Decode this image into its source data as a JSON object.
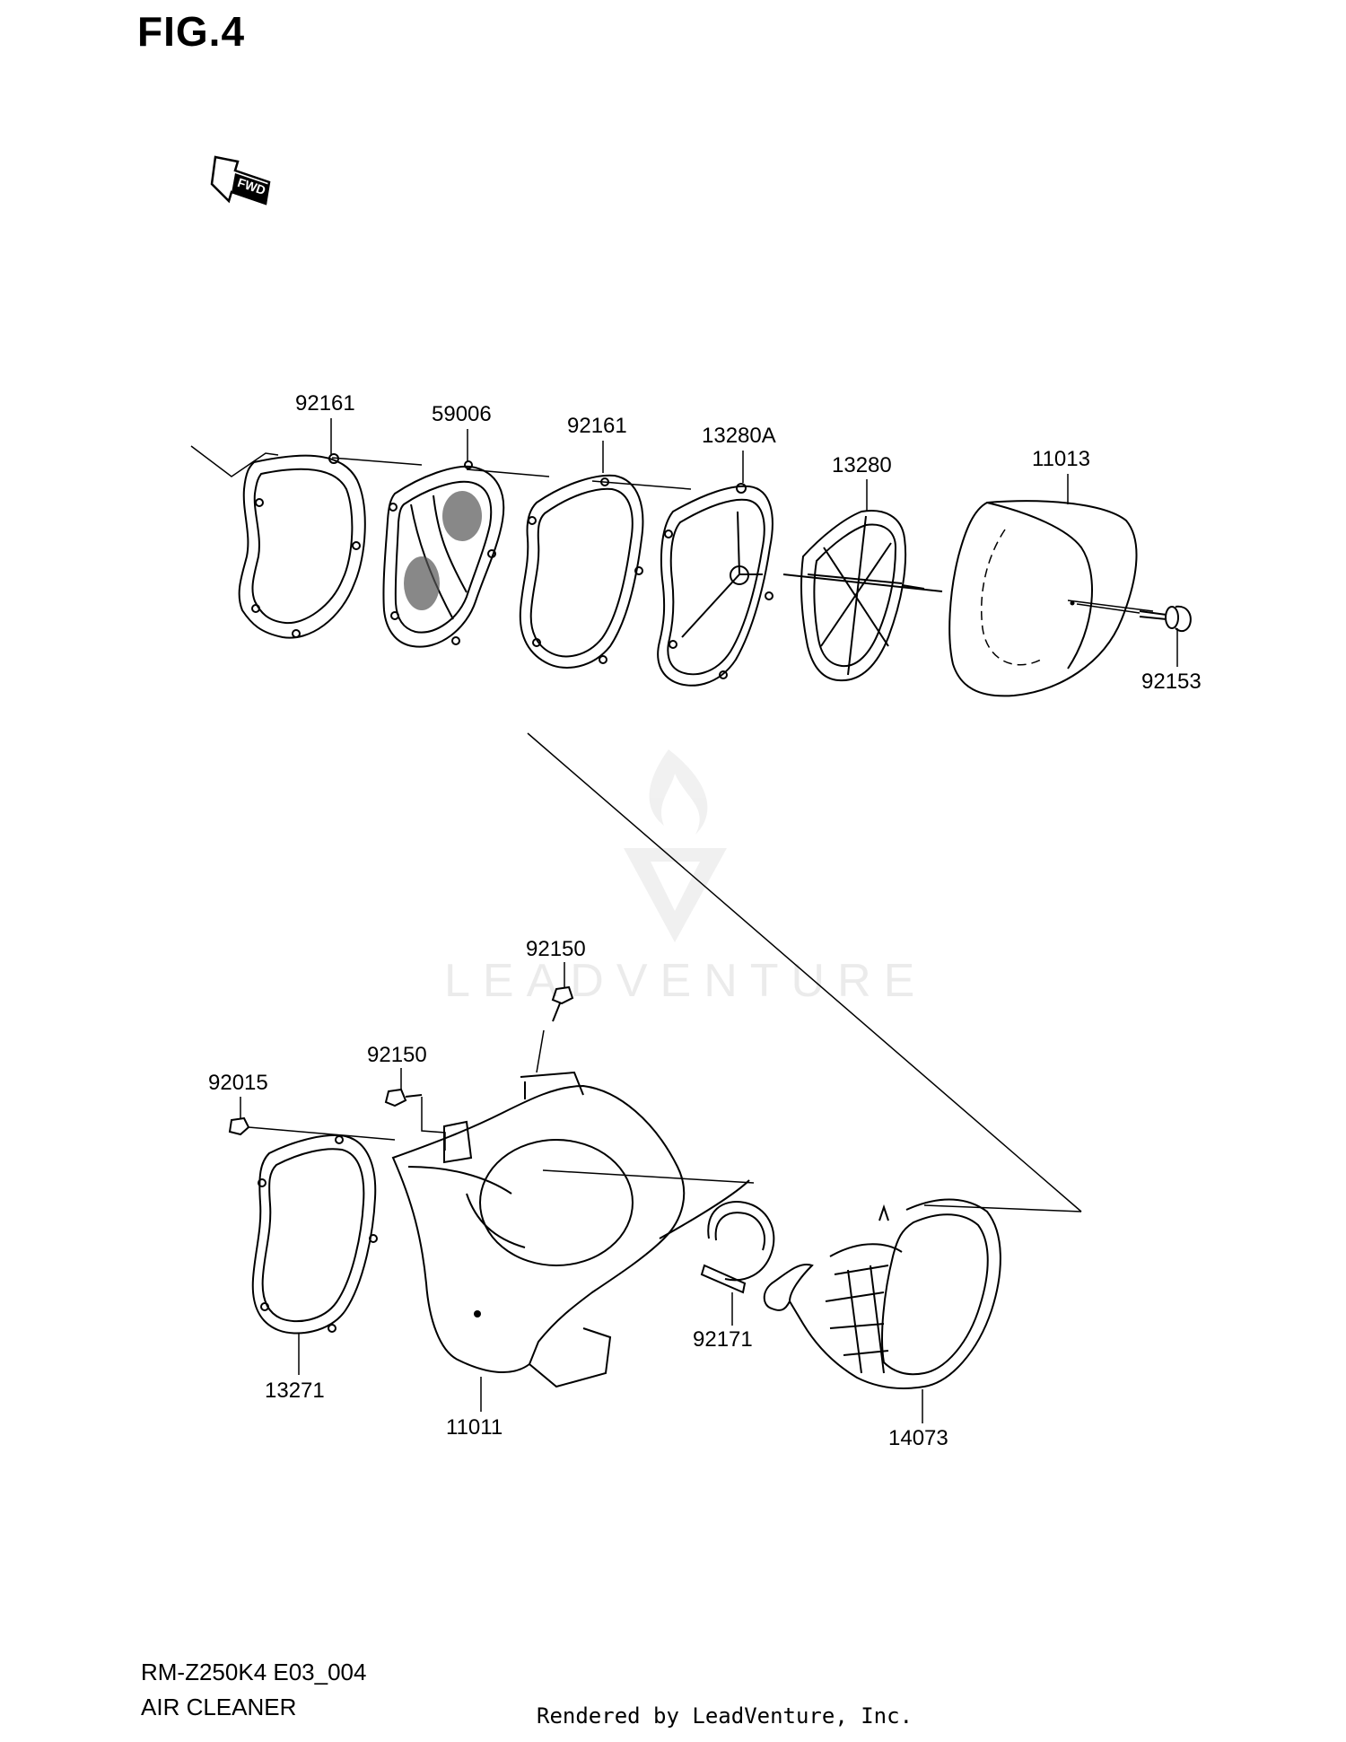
{
  "figure": {
    "title": "FIG.4",
    "fwd_label": "FWD"
  },
  "parts": [
    {
      "id": "p92161a",
      "number": "92161"
    },
    {
      "id": "p59006",
      "number": "59006"
    },
    {
      "id": "p92161b",
      "number": "92161"
    },
    {
      "id": "p13280A",
      "number": "13280A"
    },
    {
      "id": "p13280",
      "number": "13280"
    },
    {
      "id": "p11013",
      "number": "11013"
    },
    {
      "id": "p92153",
      "number": "92153"
    },
    {
      "id": "p92150a",
      "number": "92150"
    },
    {
      "id": "p92150b",
      "number": "92150"
    },
    {
      "id": "p92015",
      "number": "92015"
    },
    {
      "id": "p13271",
      "number": "13271"
    },
    {
      "id": "p11011",
      "number": "11011"
    },
    {
      "id": "p92171",
      "number": "92171"
    },
    {
      "id": "p14073",
      "number": "14073"
    }
  ],
  "footer": {
    "model": "RM-Z250K4 E03_004",
    "section": "AIR CLEANER",
    "rendered_by": "Rendered by LeadVenture, Inc."
  },
  "watermark": {
    "text": "LEADVENTURE",
    "color": "#d9d9d9"
  }
}
